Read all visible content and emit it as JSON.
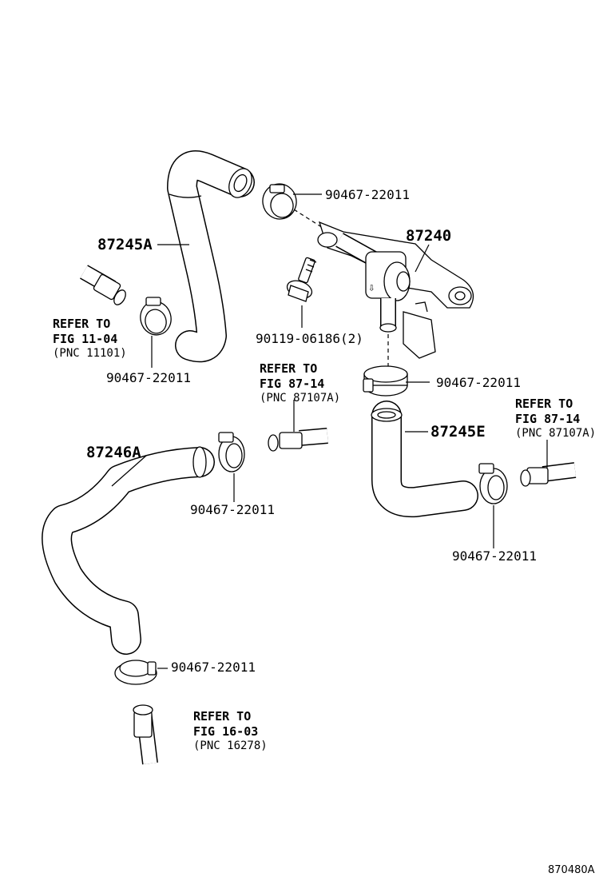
{
  "diagram": {
    "parts": {
      "hose_upper_left": "87245A",
      "valve_assembly": "87240",
      "hose_middle_right": "87245E",
      "hose_lower_left": "87246A",
      "bolt": "90119-06186(2)",
      "clamp_1": "90467-22011",
      "clamp_2": "90467-22011",
      "clamp_3": "90467-22011",
      "clamp_4": "90467-22011",
      "clamp_5": "90467-22011",
      "clamp_6": "90467-22011"
    },
    "refs": {
      "ref_11_04": {
        "line1": "REFER TO",
        "line2": "FIG 11-04",
        "line3": "(PNC 11101)"
      },
      "ref_87_14_center": {
        "line1": "REFER TO",
        "line2": "FIG 87-14",
        "line3": "(PNC 87107A)"
      },
      "ref_87_14_right": {
        "line1": "REFER TO",
        "line2": "FIG 87-14",
        "line3": "(PNC 87107A)"
      },
      "ref_16_03": {
        "line1": "REFER TO",
        "line2": "FIG 16-03",
        "line3": "(PNC 16278)"
      }
    },
    "figure_id": "870480A"
  }
}
